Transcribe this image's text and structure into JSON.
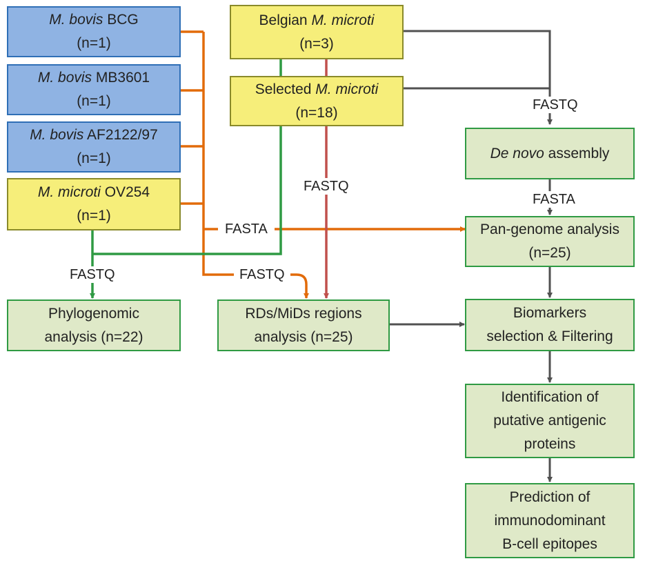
{
  "colors": {
    "orange": "#e26b0a",
    "green": "#2f9a43",
    "red": "#c0504d",
    "gray": "#505050",
    "blue_box": "#8fb3e3",
    "yellow_box": "#f6ee7a",
    "green_box": "#dfe9c8"
  },
  "inputs": {
    "bcg": {
      "italic": "M. bovis",
      "rest": " BCG",
      "count": "(n=1)"
    },
    "mb3601": {
      "italic": "M. bovis",
      "rest": " MB3601",
      "count": "(n=1)"
    },
    "af2122": {
      "italic": "M. bovis",
      "rest": " AF2122/97",
      "count": "(n=1)"
    },
    "ov254": {
      "italic": "M. microti",
      "rest": " OV254",
      "count": "(n=1)"
    },
    "belgian": {
      "prefix": "Belgian ",
      "italic": "M. microti",
      "count": "(n=3)"
    },
    "selected": {
      "prefix": "Selected ",
      "italic": "M. microti",
      "count": "(n=18)"
    }
  },
  "steps": {
    "denovo": {
      "italic": "De novo",
      "rest": " assembly"
    },
    "pangenome": {
      "line1": "Pan-genome analysis",
      "line2": "(n=25)"
    },
    "biomarkers": {
      "line1": "Biomarkers",
      "line2": "selection & Filtering"
    },
    "identification": {
      "line1": "Identification of",
      "line2": "putative antigenic",
      "line3": "proteins"
    },
    "prediction": {
      "line1": "Prediction of",
      "line2": "immunodominant",
      "line3": "B-cell epitopes"
    },
    "phylogenomic": {
      "line1": "Phylogenomic",
      "line2": "analysis (n=22)"
    },
    "rds": {
      "line1": "RDs/MiDs regions",
      "line2": "analysis (n=25)"
    }
  },
  "labels": {
    "fastq_right": "FASTQ",
    "fastq_red": "FASTQ",
    "fasta_right": "FASTA",
    "fasta_orange": "FASTA",
    "fastq_green": "FASTQ",
    "fastq_orange": "FASTQ"
  }
}
